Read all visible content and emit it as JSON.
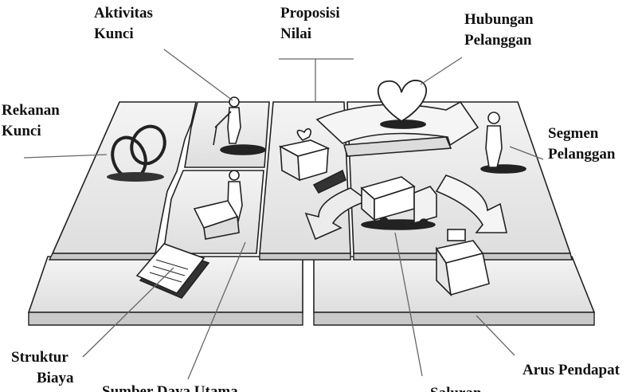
{
  "labels": {
    "aktivitas_kunci": [
      "Aktivitas",
      "Kunci"
    ],
    "proposisi_nilai": [
      "Proposisi",
      "Nilai"
    ],
    "hubungan_pelanggan": [
      "Hubungan",
      "Pelanggan"
    ],
    "rekanan_kunci": [
      "Rekanan",
      "Kunci"
    ],
    "segmen_pelanggan": [
      "Segmen",
      "Pelanggan"
    ],
    "struktur_biaya": [
      "Struktur",
      "Biaya"
    ],
    "sumber_daya_utama": "Sumber Daya Utama",
    "saluran": "Saluran",
    "arus_pendapatan": "Arus Pendapat"
  },
  "colors": {
    "line": "#222222",
    "fill": "#e9e9e9",
    "shadow": "#bdbdbd",
    "highlight": "#f7f7f7"
  }
}
